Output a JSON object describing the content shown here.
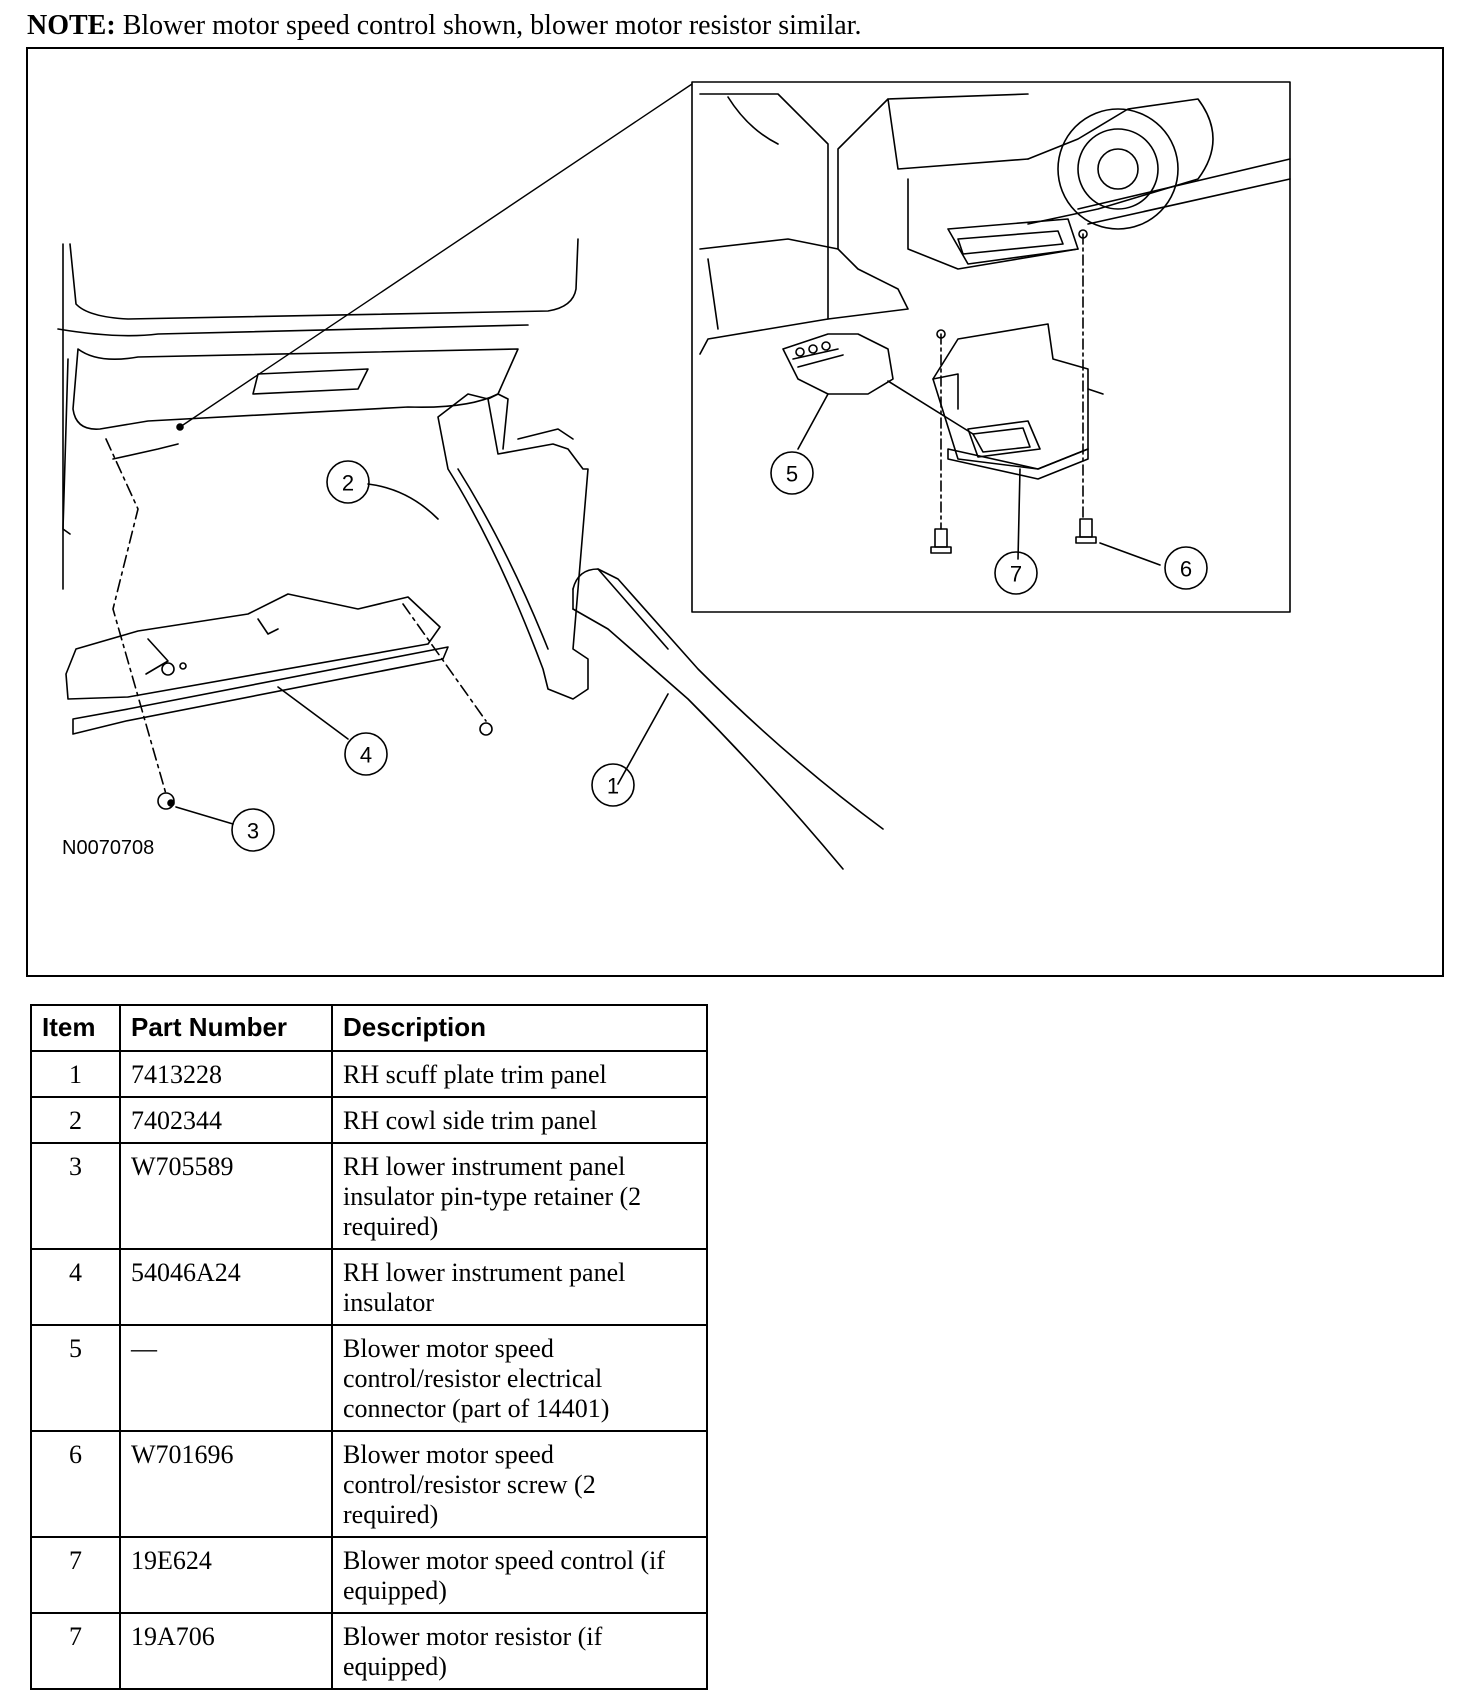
{
  "note": {
    "label": "NOTE:",
    "text": "Blower motor speed control shown, blower motor resistor similar."
  },
  "figure": {
    "id": "N0070708",
    "callouts": [
      "1",
      "2",
      "3",
      "4",
      "5",
      "6",
      "7"
    ]
  },
  "table": {
    "headers": [
      "Item",
      "Part Number",
      "Description"
    ],
    "rows": [
      {
        "item": "1",
        "part": "7413228",
        "desc": "RH scuff plate trim panel"
      },
      {
        "item": "2",
        "part": "7402344",
        "desc": "RH cowl side trim panel"
      },
      {
        "item": "3",
        "part": "W705589",
        "desc": "RH lower instrument panel insulator pin-type retainer (2 required)"
      },
      {
        "item": "4",
        "part": "54046A24",
        "desc": "RH lower instrument panel insulator"
      },
      {
        "item": "5",
        "part": "—",
        "desc": "Blower motor speed control/resistor electrical connector (part of 14401)"
      },
      {
        "item": "6",
        "part": "W701696",
        "desc": "Blower motor speed control/resistor screw (2 required)"
      },
      {
        "item": "7",
        "part": "19E624",
        "desc": "Blower motor speed control (if equipped)"
      },
      {
        "item": "7",
        "part": "19A706",
        "desc": "Blower motor resistor (if equipped)"
      }
    ]
  }
}
